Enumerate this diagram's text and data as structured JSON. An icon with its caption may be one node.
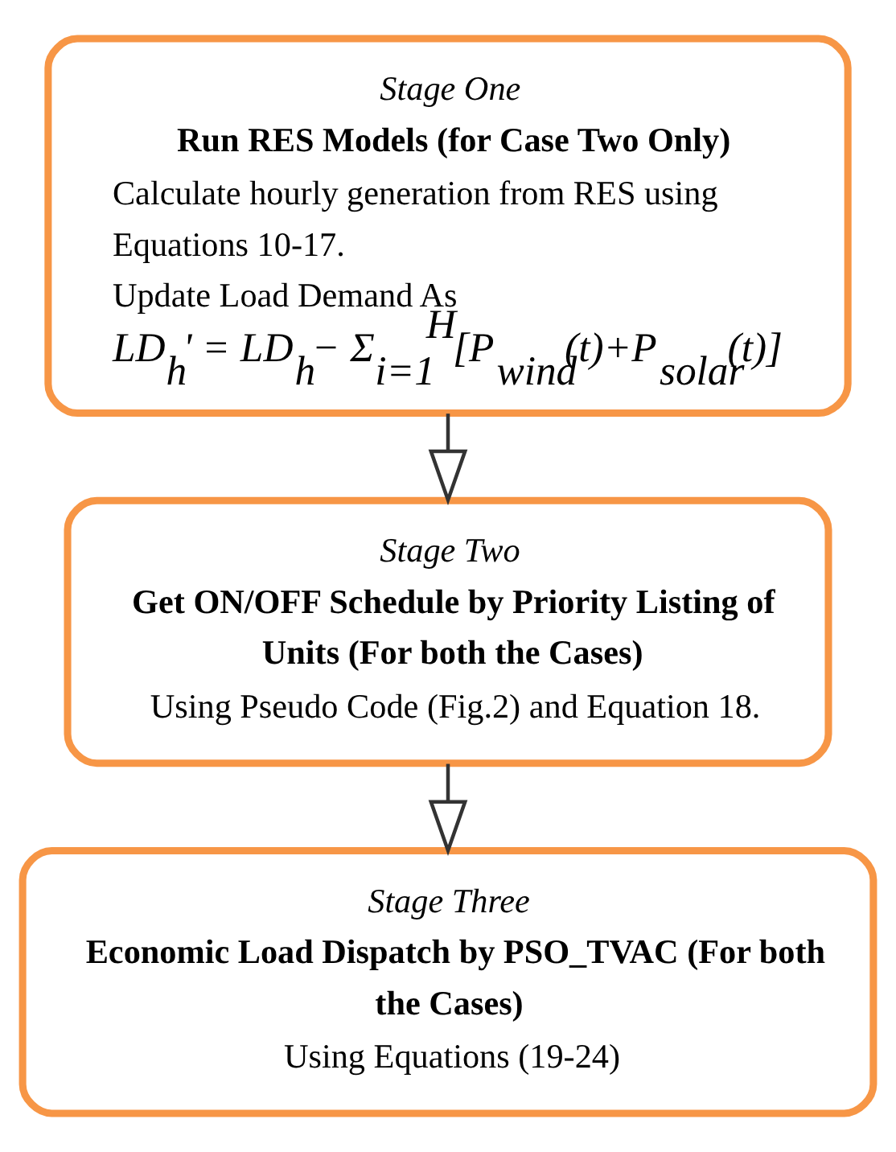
{
  "diagram": {
    "nodes": [
      {
        "text": [
          "Stage One",
          "Run RES Models (for Case Two Only)",
          "Calculate hourly generation from RES using Equations 10-17.",
          "Update Load Demand As",
          "LD$_{h}$' = LD$_{h}$− Σ$_{i=1}$$^{H}$[P$_{wind}$(t)+P$_{solar}$(t)]"
        ]
      },
      {
        "text": [
          "Stage Two",
          "Get ON/OFF Schedule by Priority Listing of Units (For both the Cases)",
          "Using Pseudo Code (Fig.2) and Equation 18."
        ]
      },
      {
        "text": [
          "Stage Three",
          "Economic Load Dispatch by PSO_TVAC (For both the Cases)",
          "Using Equations (19-24)"
        ]
      }
    ],
    "edges": [
      {
        "from": 0,
        "to": 1,
        "arrow": "to"
      },
      {
        "from": 1,
        "to": 2,
        "arrow": "to"
      }
    ]
  }
}
